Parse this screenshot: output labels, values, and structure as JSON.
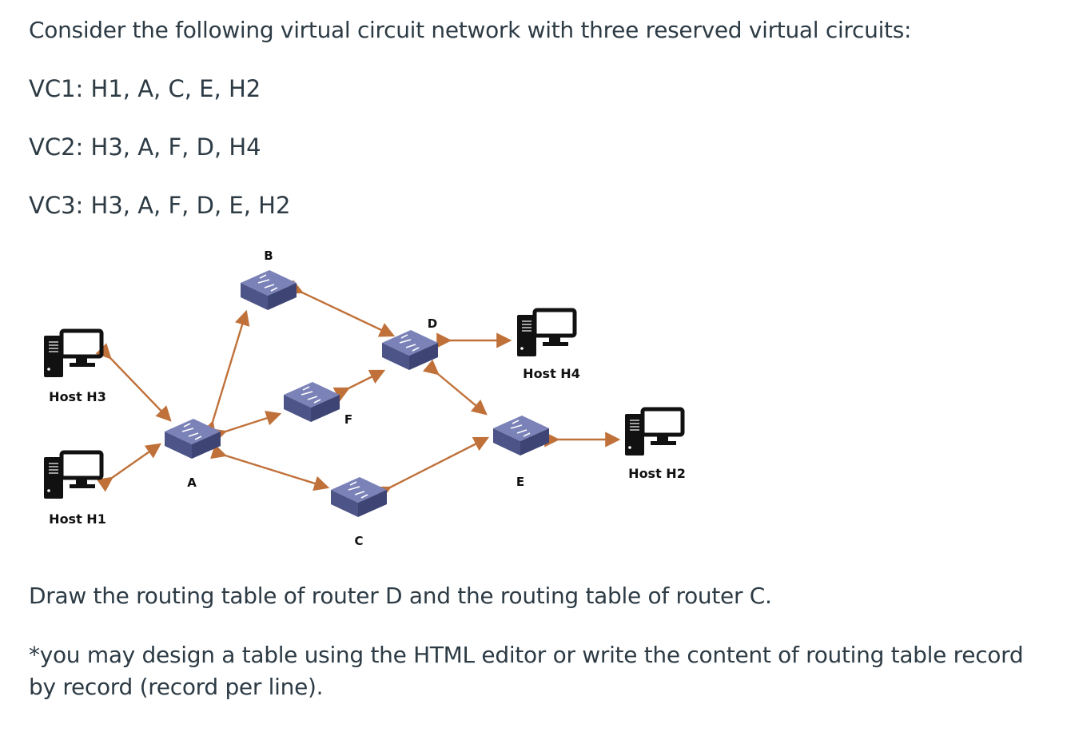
{
  "question": {
    "intro": "Consider the following virtual circuit network with three reserved virtual circuits:",
    "circuits": [
      "VC1: H1, A, C, E, H2",
      "VC2: H3, A, F, D, H4",
      "VC3: H3, A, F, D, E, H2"
    ],
    "prompt": "Draw the routing table of router D and the routing table of router C.",
    "note": "*you may design a table using the HTML editor or write the content of routing table record by record (record per line)."
  },
  "diagram": {
    "routers": [
      "A",
      "B",
      "C",
      "D",
      "E",
      "F"
    ],
    "hosts": [
      "Host H1",
      "Host H2",
      "Host H3",
      "Host H4"
    ],
    "colors": {
      "router_top": "#7b82b8",
      "router_side": "#4d5487",
      "link": "#c0713a",
      "host": "#111111"
    },
    "icons": {
      "router": "network-switch-icon",
      "host": "desktop-computer-icon"
    }
  }
}
